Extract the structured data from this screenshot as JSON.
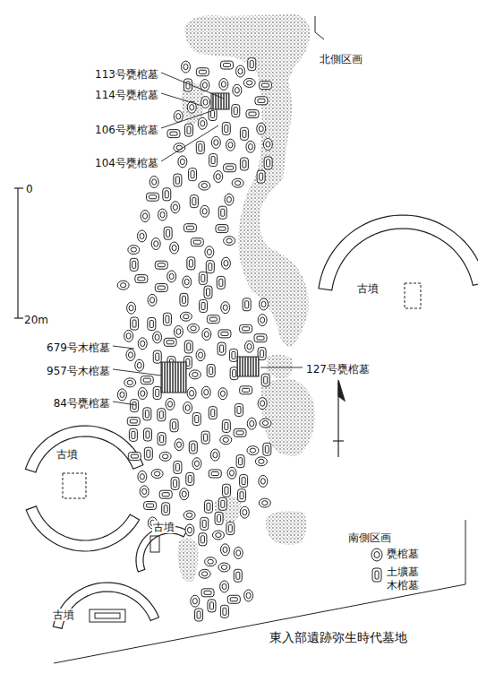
{
  "diagram": {
    "caption": "東入部遺跡弥生時代墓地",
    "labels": [
      "113号甕棺墓",
      "114号甕棺墓",
      "106号甕棺墓",
      "104号甕棺墓",
      "北側区画",
      "0",
      "20m",
      "古墳",
      "679号木棺墓",
      "957号木棺墓",
      "127号甕棺墓",
      "84号甕棺墓",
      "古墳",
      "古墳",
      "古墳",
      "南側区画"
    ],
    "legend": [
      {
        "text": "甕棺墓"
      },
      {
        "text": "土壙墓 木棺墓"
      }
    ]
  }
}
